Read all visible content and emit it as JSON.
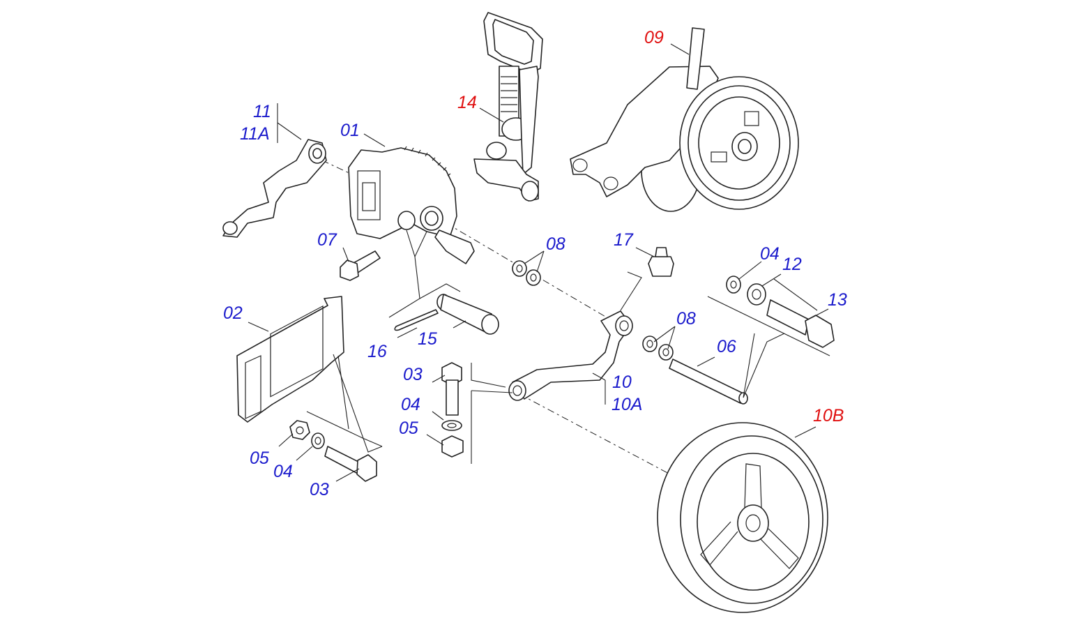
{
  "colors": {
    "standard": "#1a1acc",
    "highlight": "#e01010",
    "line": "#222222"
  },
  "labels": {
    "l11": "11",
    "l11a": "11A",
    "l01": "01",
    "l14": "14",
    "l09": "09",
    "l07": "07",
    "l08a": "08",
    "l17": "17",
    "l04a": "04",
    "l12": "12",
    "l13": "13",
    "l02": "02",
    "l16": "16",
    "l15": "15",
    "l08b": "08",
    "l06": "06",
    "l03a": "03",
    "l04b": "04",
    "l05a": "05",
    "l10": "10",
    "l10a": "10A",
    "l10b": "10B",
    "l05b": "05",
    "l04c": "04",
    "l03b": "03"
  }
}
